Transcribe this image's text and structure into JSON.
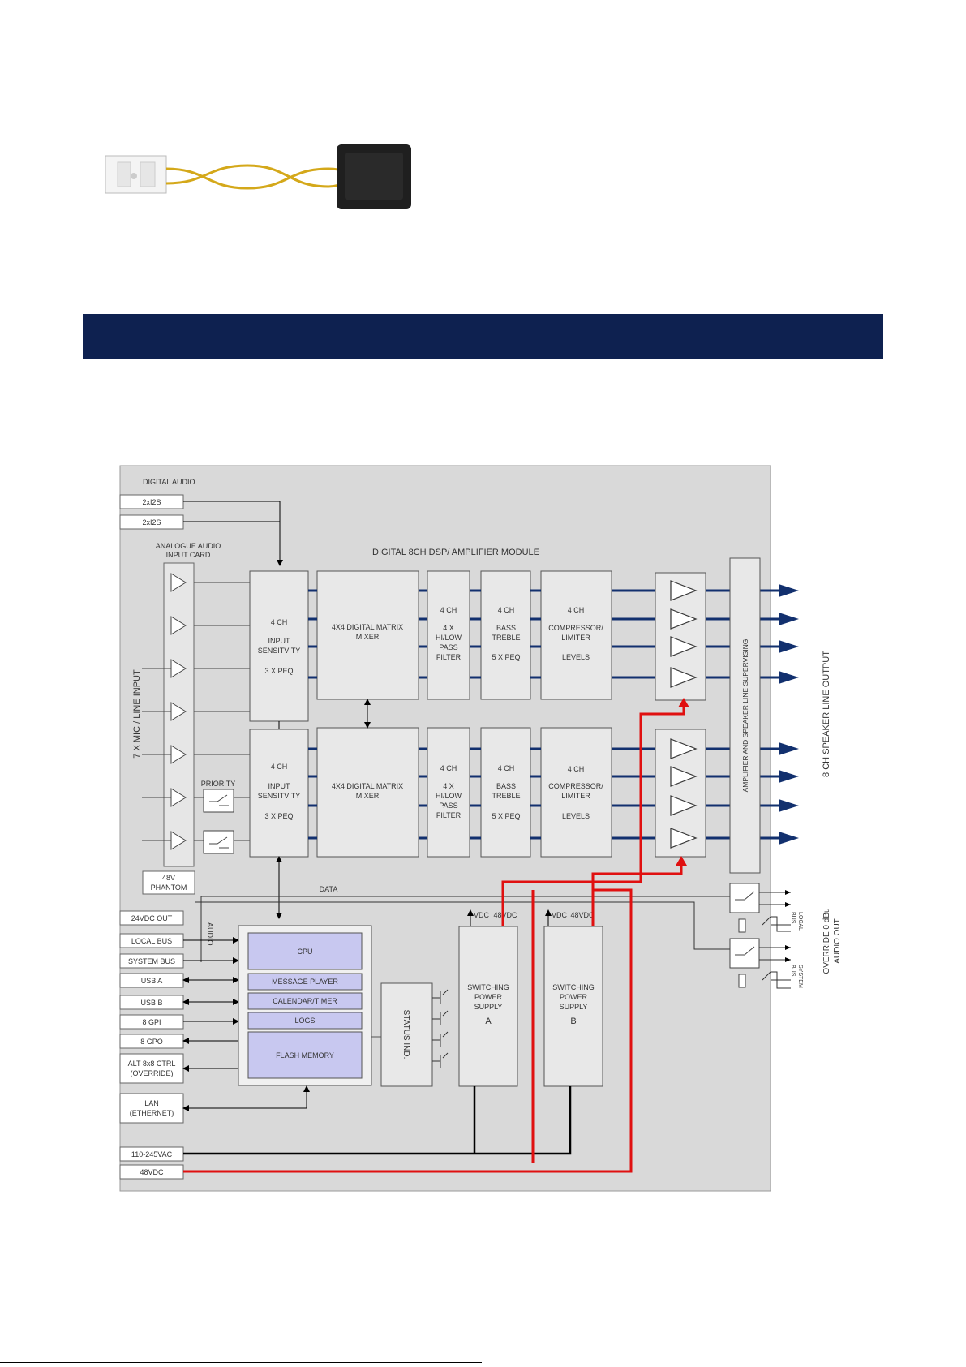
{
  "diagram": {
    "digital_audio": "DIGITAL AUDIO",
    "i2s_1": "2xI2S",
    "i2s_2": "2xI2S",
    "analogue_card": [
      "ANALOGUE AUDIO",
      "INPUT CARD"
    ],
    "module_title": "DIGITAL 8CH DSP/ AMPLIFIER MODULE",
    "mic_input": "7 X MIC / LINE INPUT",
    "priority": "PRIORITY",
    "phantom": [
      "48V",
      "PHANTOM"
    ],
    "input_block": [
      "4 CH",
      "INPUT",
      "SENSITVITY",
      "3 X PEQ"
    ],
    "mixer": [
      "4X4 DIGITAL MATRIX",
      "MIXER"
    ],
    "filter": [
      "4 CH",
      "4 X",
      "HI/LOW",
      "PASS",
      "FILTER"
    ],
    "eq": [
      "4 CH",
      "BASS",
      "TREBLE",
      "5 X PEQ"
    ],
    "comp": [
      "4 CH",
      "COMPRESSOR/",
      "LIMITER",
      "LEVELS"
    ],
    "supervising": "AMPLIFIER AND SPEAKER LINE SUPERVISING",
    "speaker_out": "8 CH SPEAKER LINE OUTPUT",
    "data": "DATA",
    "audio": "AUDIO",
    "left_labels": [
      "24VDC OUT",
      "LOCAL BUS",
      "SYSTEM BUS",
      "USB A",
      "USB B",
      "8 GPI",
      "8 GPO"
    ],
    "alt_ctrl": [
      "ALT 8x8 CTRL",
      "(OVERRIDE)"
    ],
    "lan": [
      "LAN",
      "(ETHERNET)"
    ],
    "power_ac": "110-245VAC",
    "power_dc": "48VDC",
    "cpu": "CPU",
    "message_player": "MESSAGE PLAYER",
    "calendar": "CALENDAR/TIMER",
    "logs": "LOGS",
    "flash": "FLASH MEMORY",
    "status": "STATUS IND.",
    "vdc": "VDC",
    "vdc48": "48VDC",
    "psu_a": [
      "SWITCHING",
      "POWER",
      "SUPPLY",
      "A"
    ],
    "psu_b": [
      "SWITCHING",
      "POWER",
      "SUPPLY",
      "B"
    ],
    "local_bus": [
      "LOCAL",
      "BUS"
    ],
    "system_bus": [
      "SYSTEM",
      "BUS"
    ],
    "override_out": [
      "OVERRIDE 0 dBu",
      "AUDIO OUT"
    ]
  },
  "colors": {
    "header_bar": "#0e2150",
    "signal": "#12306e",
    "power": "#e01010",
    "block_fill": "#d9d9d9",
    "cpu_fill": "#c8c8f0"
  }
}
